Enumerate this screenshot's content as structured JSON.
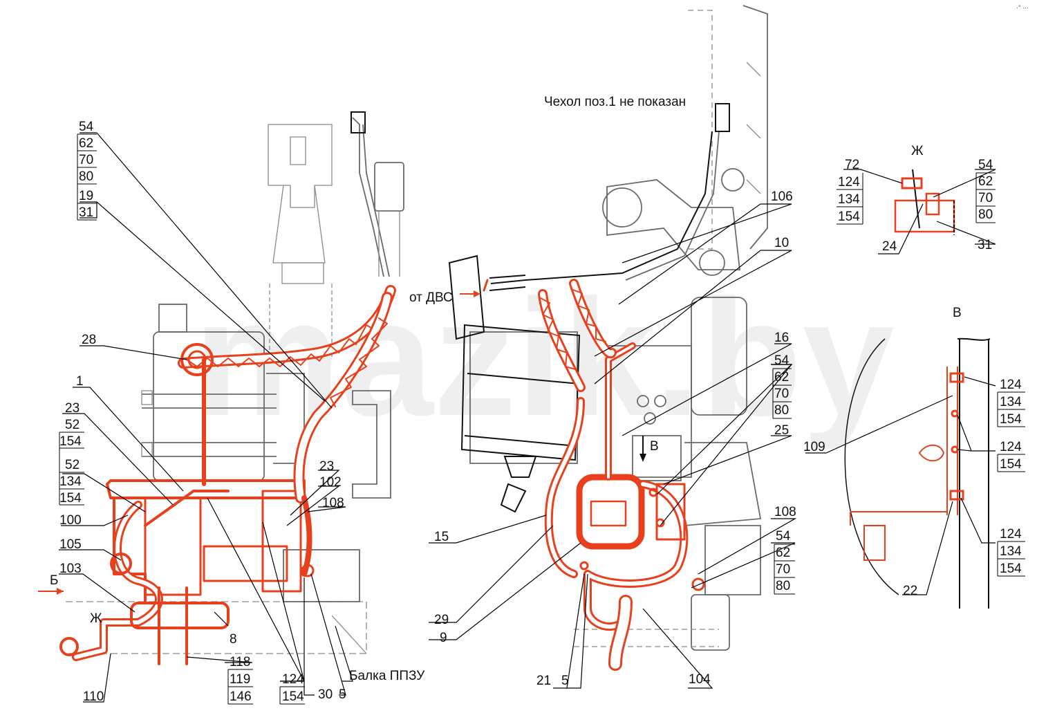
{
  "colors": {
    "highlight": "#e8401c",
    "line": "#111111",
    "context": "#8a8a8a"
  },
  "notes": {
    "cover_note": "Чехол поз.1 не показан",
    "from_engine": "от ДВС",
    "beam_label": "Балка ППЗУ"
  },
  "views": {
    "zh": "Ж",
    "b": "Б",
    "v": "В"
  },
  "watermark": "mazik.by",
  "corner_mark": "·° ···",
  "labels": {
    "l54a": "54",
    "l62a": "62",
    "l70a": "70",
    "l80a": "80",
    "l19": "19",
    "l31a": "31",
    "l28": "28",
    "l1": "1",
    "l23a": "23",
    "l52a": "52",
    "l154a": "154",
    "l52b": "52",
    "l134a": "134",
    "l154b": "154",
    "l100": "100",
    "l105": "105",
    "l103": "103",
    "l23b": "23",
    "l102": "102",
    "l108a": "108",
    "l8": "8",
    "l118": "118",
    "l119": "119",
    "l146": "146",
    "l110": "110",
    "l124a": "124",
    "l154c": "154",
    "l30": "30",
    "l5a": "5",
    "l106": "106",
    "l10": "10",
    "l16": "16",
    "l54b": "54",
    "l62b": "62",
    "l70b": "70",
    "l80b": "80",
    "l25": "25",
    "l15": "15",
    "l29": "29",
    "l9": "9",
    "l108b": "108",
    "l54c": "54",
    "l62c": "62",
    "l70c": "70",
    "l80c": "80",
    "l21": "21",
    "l5b": "5",
    "l104": "104",
    "l72": "72",
    "l124b": "124",
    "l134b": "134",
    "l154d": "154",
    "l54d": "54",
    "l62d": "62",
    "l70d": "70",
    "l80d": "80",
    "l24": "24",
    "l31b": "31",
    "l109": "109",
    "l124c": "124",
    "l134c": "134",
    "l154e": "154",
    "l124d": "124",
    "l154f": "154",
    "l124e": "124",
    "l134d": "134",
    "l154g": "154",
    "l22": "22"
  }
}
